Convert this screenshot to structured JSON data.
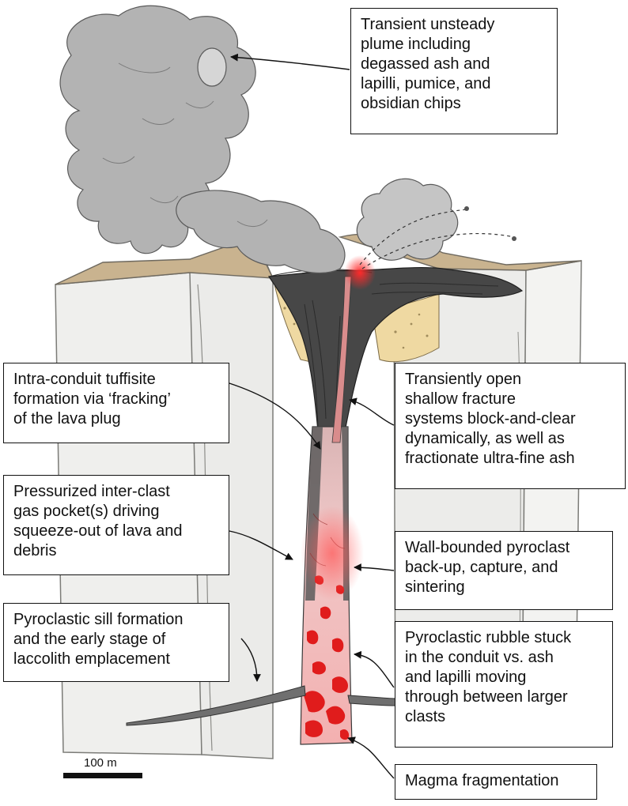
{
  "labels": {
    "plume": "Transient unsteady\nplume including\ndegassed ash and\nlapilli, pumice, and\nobsidian chips",
    "tuffisite": "Intra-conduit tuffisite\nformation via ‘fracking’\nof the lava plug",
    "fracture": "Transiently open\nshallow fracture\nsystems block-and-clear\ndynamically, as well as\nfractionate ultra-fine ash",
    "gas_pocket": "Pressurized inter-clast\ngas pocket(s) driving\nsqueeze-out of lava and\ndebris",
    "wall_bounded": "Wall-bounded pyroclast\nback-up, capture, and\nsintering",
    "sill": "Pyroclastic sill formation\nand the early stage of\nlaccolith emplacement",
    "rubble": "Pyroclastic rubble stuck\nin the conduit vs. ash\nand lapilli moving\nthrough between larger\nclasts",
    "fragmentation": "Magma fragmentation"
  },
  "scale_bar": {
    "label": "100 m"
  },
  "colors": {
    "block_face": "#eeeeec",
    "block_edge": "#7c7c78",
    "surface": "#cbb592",
    "lava_plug": "#4a4a4a",
    "tuff_yellow": "#efd9a2",
    "magma_red": "#e51e1e",
    "plume_gray": "#b3b3b3",
    "ink": "#111111"
  }
}
